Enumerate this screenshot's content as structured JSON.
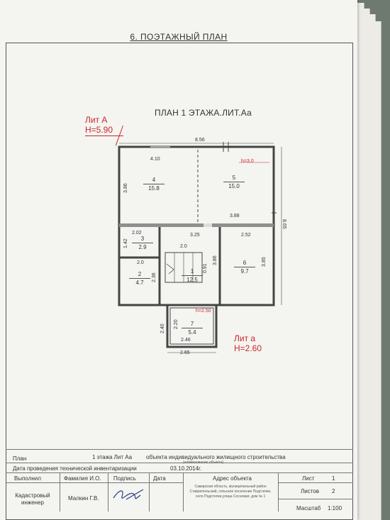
{
  "page_title": "6. ПОЭТАЖНЫЙ ПЛАН",
  "plan_title": "ПЛАН 1 ЭТАЖА.ЛИТ.Аа",
  "lit_main": {
    "label": "Лит А",
    "height": "H=5.90"
  },
  "lit_annex": {
    "label": "Лит а",
    "height": "H=2.60"
  },
  "heights": {
    "room5": "h=3.0",
    "room7": "h=2.50"
  },
  "dimensions": {
    "top_total": "8.56",
    "r4_width": "4.10",
    "r4_height": "3.86",
    "r5_bottom": "3.88",
    "right_total": "8.65",
    "r3_w": "2.02",
    "r3_h": "1.42",
    "r1_w": "3.25",
    "r6_w": "2.52",
    "stair_w": "2.0",
    "r1_h": "0.91",
    "r6_left": "3.86",
    "r6_right": "3.85",
    "r2_w": "2.0",
    "r1_left": "2.36",
    "annex_outer_h": "2.40",
    "annex_inner_h": "2.20",
    "annex_inner_w": "2.46",
    "annex_outer_w": "2.65"
  },
  "rooms": [
    {
      "num": "4",
      "area": "15.8"
    },
    {
      "num": "5",
      "area": "15.0"
    },
    {
      "num": "3",
      "area": "2.9"
    },
    {
      "num": "2",
      "area": "4.7"
    },
    {
      "num": "1",
      "area": "12.5"
    },
    {
      "num": "6",
      "area": "9.7"
    },
    {
      "num": "7",
      "area": "5.4"
    }
  ],
  "table": {
    "plan_label": "План",
    "plan_value": "1 этажа Лит Аа",
    "object": "объекта индивидуального жилищного строительства",
    "object_hint": "(наименование объекта)",
    "date_label": "Дата проведения технической инвентаризации",
    "date_value": "03.10.2014г.",
    "col_done": "Выполнил",
    "col_name": "Фамилия И.О.",
    "col_sign": "Подпись",
    "col_date": "Дата",
    "col_address": "Адрес объекта",
    "role": "Кадастровый инженер",
    "person": "Малкин Г.В.",
    "address": "Самарская область, муниципальный район Ставропольский, сельское поселение Подстепки, село Подстепки,улица Сосновая, дом № 1",
    "sheet_label": "Лист",
    "sheet_value": "1",
    "sheets_label": "Листов",
    "sheets_value": "2",
    "scale_label": "Масштаб",
    "scale_value": "1:100"
  },
  "colors": {
    "accent": "#c8282c",
    "line": "#333333",
    "paper": "#f4f4f1"
  }
}
